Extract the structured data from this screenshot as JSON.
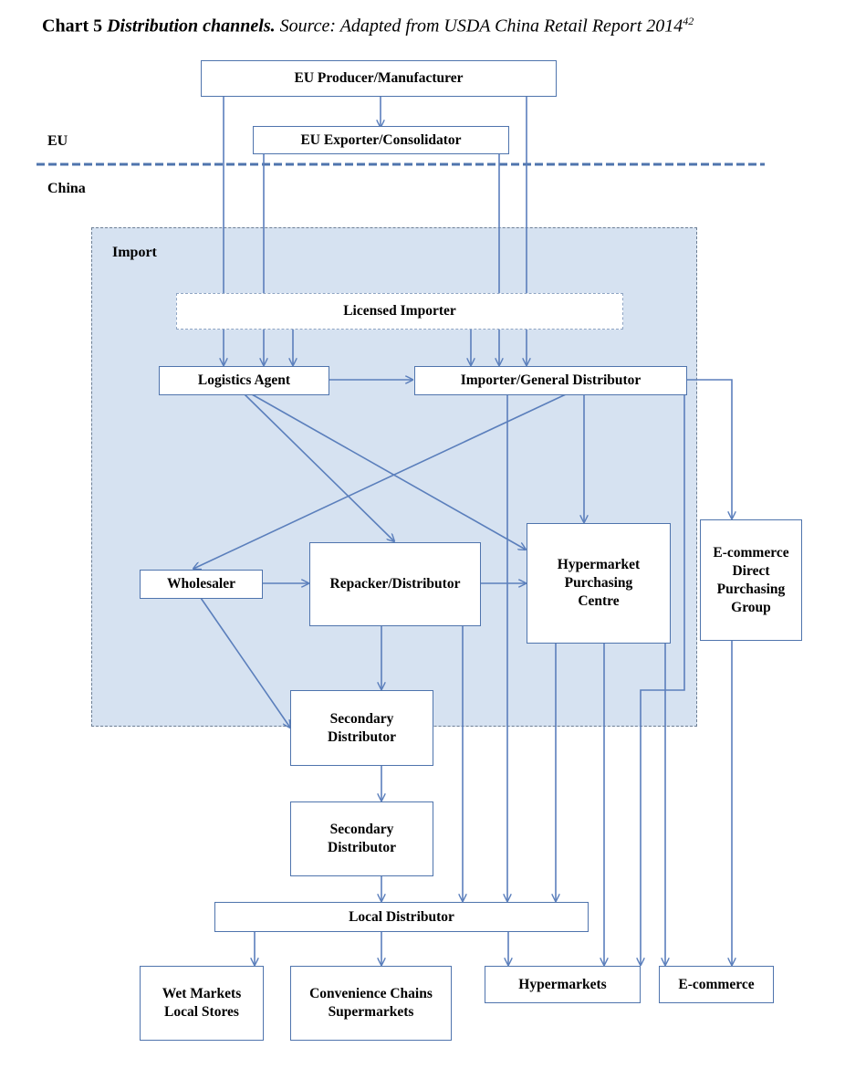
{
  "caption": {
    "label": "Chart 5",
    "title": "Distribution channels.",
    "source": "Source: Adapted from USDA China Retail Report 2014",
    "footnote": "42"
  },
  "regions": {
    "eu": "EU",
    "china": "China",
    "import": "Import"
  },
  "nodes": {
    "eu_producer": "EU Producer/Manufacturer",
    "eu_exporter": "EU Exporter/Consolidator",
    "licensed_importer": "Licensed Importer",
    "logistics_agent": "Logistics Agent",
    "importer_general_distributor": "Importer/General Distributor",
    "wholesaler": "Wholesaler",
    "repacker_distributor": "Repacker/Distributor",
    "hypermarket_purchasing_centre": "Hypermarket\nPurchasing\nCentre",
    "ecommerce_direct_purchasing_group": "E-commerce\nDirect\nPurchasing\nGroup",
    "secondary_distributor_1": "Secondary\nDistributor",
    "secondary_distributor_2": "Secondary\nDistributor",
    "local_distributor": "Local Distributor",
    "wet_markets_local_stores": "Wet Markets\nLocal Stores",
    "convenience_chains_supermarkets": "Convenience Chains\nSupermarkets",
    "hypermarkets": "Hypermarkets",
    "ecommerce": "E-commerce"
  },
  "colors": {
    "arrow": "#5b7fbc",
    "box_border": "#4f74ad",
    "import_fill": "#d6e2f1",
    "divider": "#4f74ad"
  }
}
